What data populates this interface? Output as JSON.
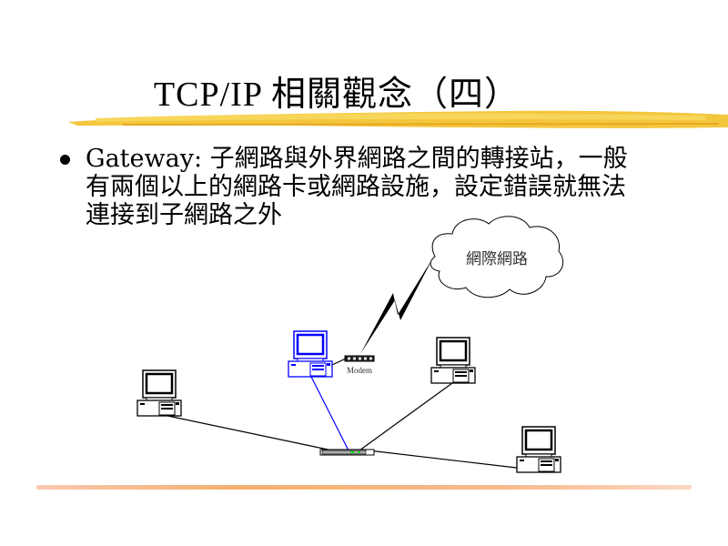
{
  "slide": {
    "title": "TCP/IP 相關觀念（四）",
    "bullet": {
      "lines": [
        "Gateway: 子網路與外界網路之間的轉接站，一般",
        "有兩個以上的網路卡或網路設施，設定錯誤就無法",
        "連接到子網路之外"
      ]
    },
    "diagram": {
      "cloud_label": "網際網路",
      "modem_label": "Modem"
    },
    "colors": {
      "brush": "#f2c029",
      "highlight_computer": "#0000ff",
      "hub_led": "#00e000"
    }
  }
}
